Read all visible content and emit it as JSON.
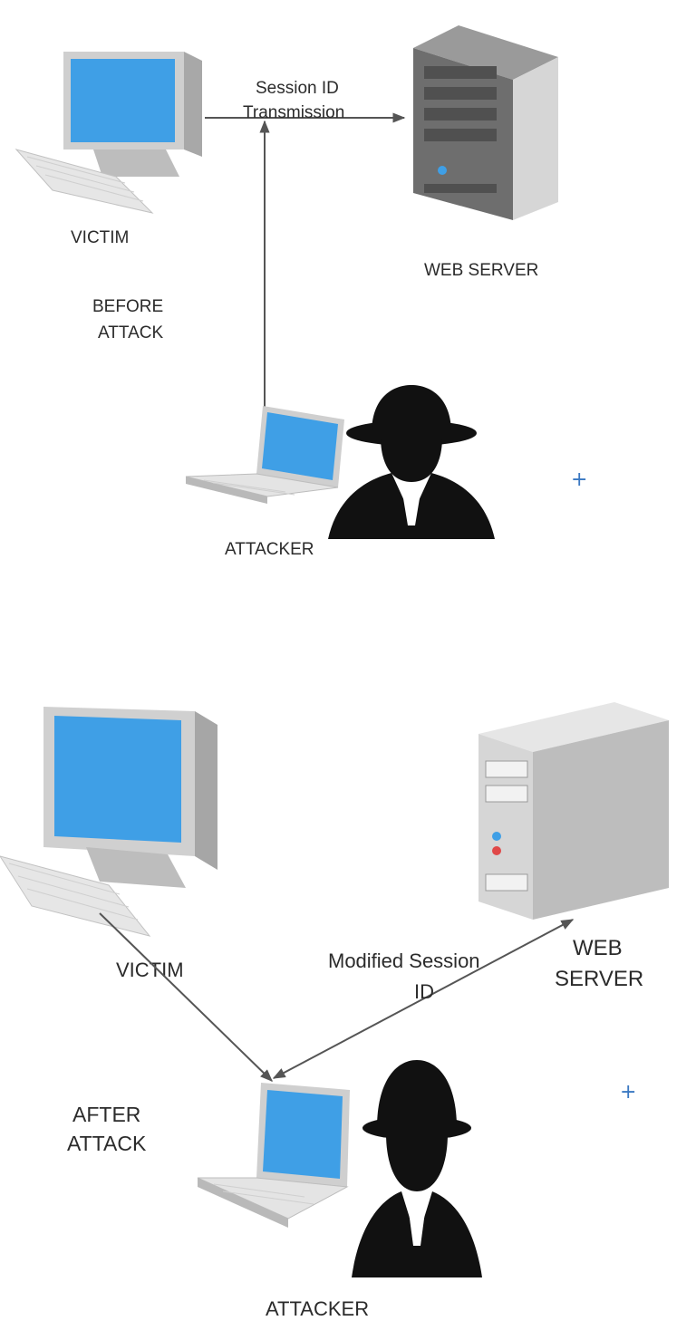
{
  "before": {
    "victim_label": "VICTIM",
    "server_label": "WEB SERVER",
    "stage_label": [
      "BEFORE",
      "ATTACK"
    ],
    "arrow_label": [
      "Session ID",
      "Transmission"
    ],
    "attacker_label": "ATTACKER"
  },
  "after": {
    "victim_label": "VICTIM",
    "server_label": [
      "WEB",
      "SERVER"
    ],
    "stage_label": [
      "AFTER",
      "ATTACK"
    ],
    "arrow_label": [
      "Modified Session",
      "ID"
    ],
    "attacker_label": "ATTACKER"
  },
  "colors": {
    "screen": "#3f9fe6",
    "monitor_body": "#d9d9d9",
    "server_dark": "#6e6e6e",
    "server_light": "#dcdcdc",
    "hacker": "#111111",
    "arrow": "#555555",
    "accent_plus": "#3a78c2"
  }
}
